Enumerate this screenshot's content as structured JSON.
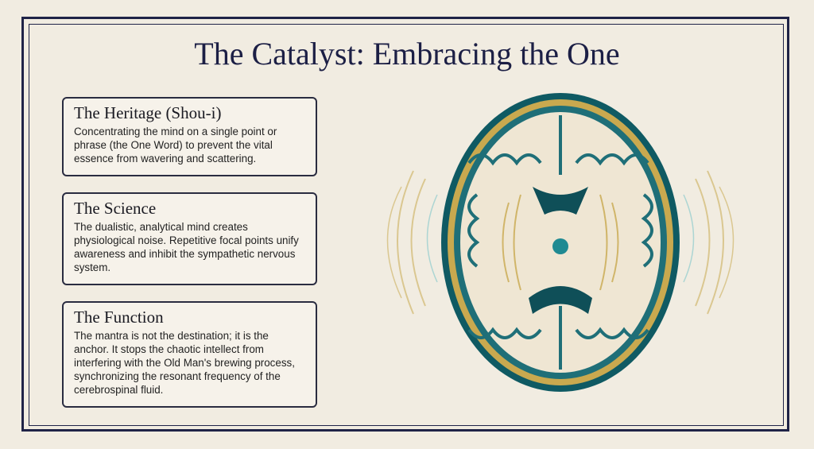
{
  "title": "The Catalyst: Embracing the One",
  "cards": [
    {
      "heading": "The Heritage (Shou-i)",
      "body": "Concentrating the mind on a single point or phrase (the One Word) to prevent the vital essence from wavering and scattering."
    },
    {
      "heading": "The Science",
      "body": "The dualistic, analytical mind creates physiological noise. Repetitive focal points unify awareness and inhibit the sympathetic nervous system."
    },
    {
      "heading": "The Function",
      "body": "The mantra is not the destination; it is the anchor. It stops the chaotic intellect from interfering with the Old Man's brewing process, synchronizing the resonant frequency of the cerebrospinal fluid."
    }
  ],
  "colors": {
    "navy": "#1f2347",
    "teal": "#1f6f78",
    "gold": "#c9a94f",
    "paper": "#f1ece1"
  }
}
